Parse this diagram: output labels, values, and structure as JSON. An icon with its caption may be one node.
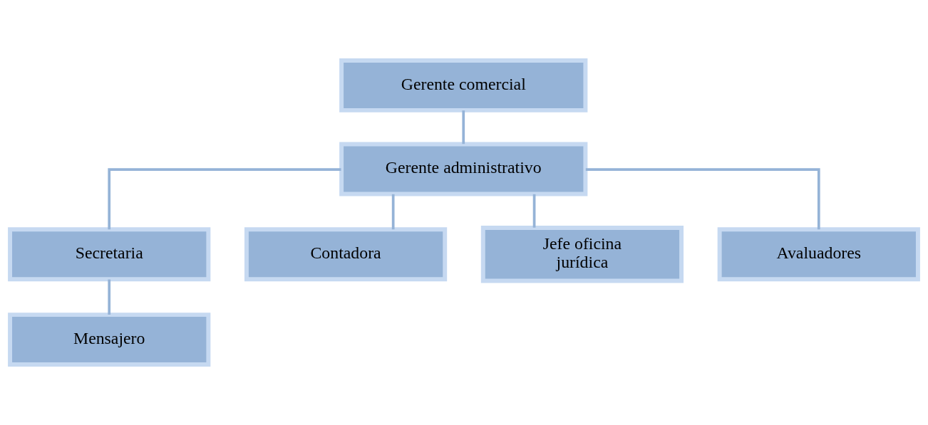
{
  "diagram": {
    "nodes": [
      {
        "text": [
          "Gerente comercial"
        ]
      },
      {
        "text": [
          "Gerente administrativo"
        ]
      },
      {
        "text": [
          "Secretaria"
        ]
      },
      {
        "text": [
          "Contadora"
        ]
      },
      {
        "text": [
          "Jefe oficina jurídica"
        ]
      },
      {
        "text": [
          "Avaluadores"
        ]
      },
      {
        "text": [
          "Mensajero"
        ]
      }
    ],
    "edges": [
      {
        "from": 0,
        "to": 1,
        "arrow": "none"
      },
      {
        "from": 1,
        "to": 2,
        "arrow": "none"
      },
      {
        "from": 1,
        "to": 3,
        "arrow": "none"
      },
      {
        "from": 1,
        "to": 4,
        "arrow": "none"
      },
      {
        "from": 1,
        "to": 5,
        "arrow": "none"
      },
      {
        "from": 2,
        "to": 6,
        "arrow": "none"
      }
    ]
  }
}
